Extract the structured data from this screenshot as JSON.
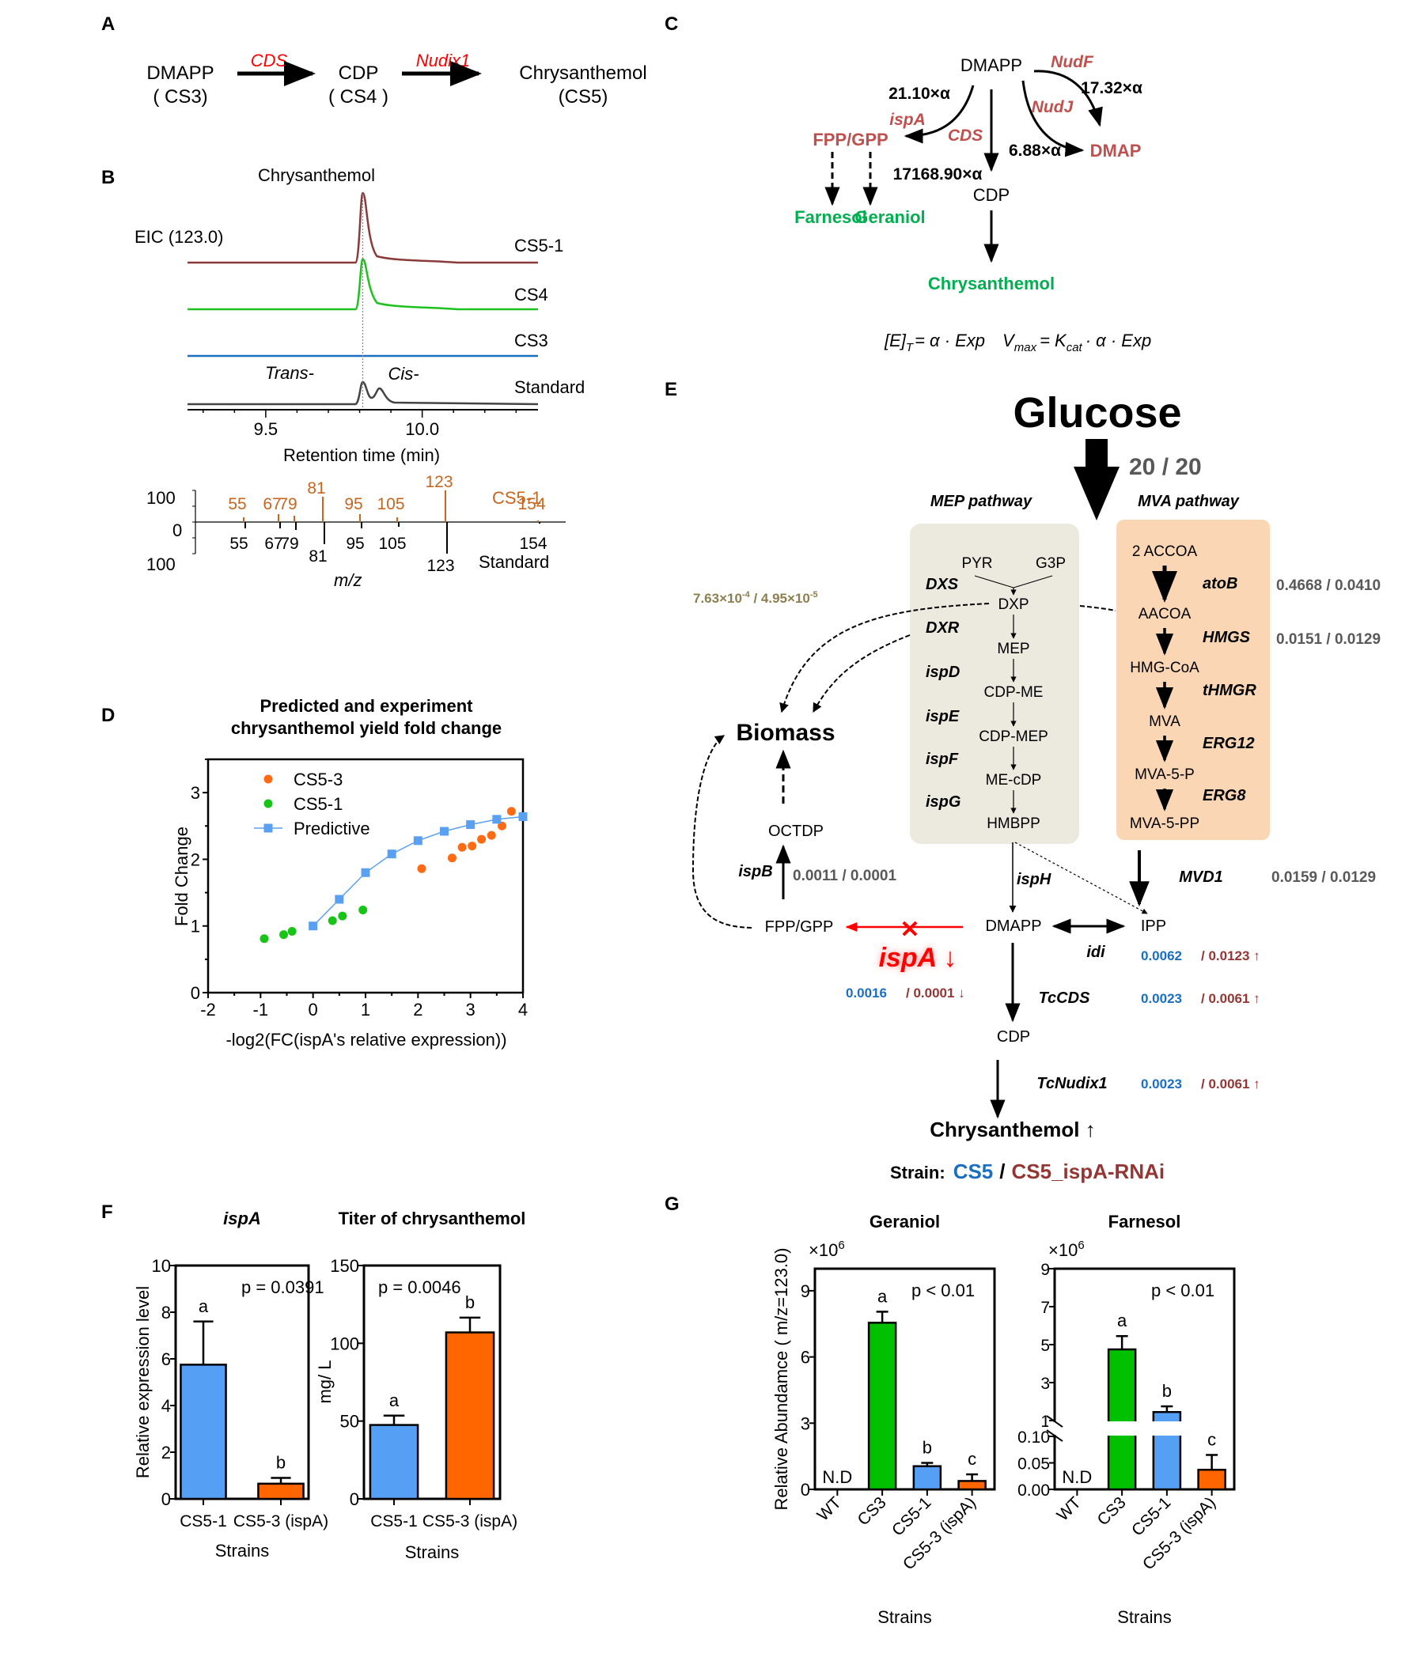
{
  "panels": {
    "A": {
      "label": "A",
      "nodes": [
        {
          "name": "DMAPP",
          "strain": "( CS3)"
        },
        {
          "name": "CDP",
          "strain": "( CS4 )"
        },
        {
          "name": "Chrysanthemol",
          "strain": "(CS5)"
        }
      ],
      "enzymes": [
        "CDS",
        "Nudix1"
      ]
    },
    "B": {
      "label": "B",
      "title": "Chrysanthemol",
      "eic_label": "EIC (123.0)",
      "trans_label": "Trans-",
      "cis_label": "Cis-",
      "traces": [
        {
          "name": "CS5-1",
          "color": "#8b3a3a",
          "peak": 1.0
        },
        {
          "name": "CS4",
          "color": "#1ec21e",
          "peak": 0.72
        },
        {
          "name": "CS3",
          "color": "#1a6fc0",
          "peak": 0
        },
        {
          "name": "Standard",
          "color": "#444444",
          "peak": 0.36
        }
      ],
      "x_ticks": [
        "9.5",
        "10.0"
      ],
      "x_range": [
        9.25,
        10.37
      ],
      "peak_rt": 9.81,
      "xlabel": "Retention time (min)",
      "ms": {
        "y_ticks_top": "100",
        "y_tick_mid": "0",
        "y_ticks_bottom": "100",
        "xlabel": "m/z",
        "top_label": "CS5-1",
        "bottom_label": "Standard",
        "top_color": "#c8661e",
        "top_peaks": [
          {
            "mz": "55",
            "intensity": 0.15
          },
          {
            "mz": "67",
            "intensity": 0.25
          },
          {
            "mz": "79",
            "intensity": 0.2
          },
          {
            "mz": "81",
            "intensity": 0.8
          },
          {
            "mz": "95",
            "intensity": 0.25
          },
          {
            "mz": "105",
            "intensity": 0.15
          },
          {
            "mz": "123",
            "intensity": 1.0
          },
          {
            "mz": "154",
            "intensity": 0.05
          }
        ],
        "bottom_peaks": [
          {
            "mz": "55",
            "intensity": 0.2
          },
          {
            "mz": "67",
            "intensity": 0.2
          },
          {
            "mz": "79",
            "intensity": 0.25
          },
          {
            "mz": "81",
            "intensity": 0.7
          },
          {
            "mz": "95",
            "intensity": 0.2
          },
          {
            "mz": "105",
            "intensity": 0.15
          },
          {
            "mz": "123",
            "intensity": 1.0
          },
          {
            "mz": "154",
            "intensity": 0.05
          }
        ]
      }
    },
    "C": {
      "label": "C",
      "dmapp": "DMAPP",
      "cdp": "CDP",
      "fpp_gpp": "FPP/GPP",
      "dmap": "DMAP",
      "farnesol": "Farnesol",
      "geraniol": "Geraniol",
      "chrysanthemol": "Chrysanthemol",
      "ispA": "ispA",
      "ispA_rate": "21.10×α",
      "cds": "CDS",
      "cds_rate": "17168.90×α",
      "nudF": "NudF",
      "nudF_rate": "17.32×α",
      "nudJ": "NudJ",
      "nudJ_rate": "6.88×α",
      "eq1_lhs": "[E]",
      "eq1_sub": "T",
      "eq1_rhs": "= α · Exp",
      "eq2_lhs": "V",
      "eq2_sub": "max",
      "eq2_mid": "= K",
      "eq2_sub2": "cat",
      "eq2_rhs": "· α · Exp",
      "red_color": "#c0504d",
      "green_color": "#00b050"
    },
    "E": {
      "label": "E",
      "glucose": "Glucose",
      "glucose_ratio": "20 / 20",
      "mep_title": "MEP pathway",
      "mva_title": "MVA pathway",
      "mep_bg": "#ece9df",
      "mva_bg": "#fad6b4",
      "mep_nodes": [
        "PYR",
        "G3P",
        "DXP",
        "MEP",
        "CDP-ME",
        "CDP-MEP",
        "ME-cDP",
        "HMBPP"
      ],
      "mep_enzymes": [
        "DXS",
        "DXR",
        "ispD",
        "ispE",
        "ispF",
        "ispG"
      ],
      "mva_nodes": [
        "2 ACCOA",
        "AACOA",
        "HMG-CoA",
        "MVA",
        "MVA-5-P",
        "MVA-5-PP"
      ],
      "mva_enzymes": [
        {
          "name": "atoB",
          "ratio": "0.4668  / 0.0410"
        },
        {
          "name": "HMGS",
          "ratio": "0.0151 / 0.0129"
        },
        {
          "name": "tHMGR",
          "ratio": ""
        },
        {
          "name": "ERG12",
          "ratio": ""
        },
        {
          "name": "ERG8",
          "ratio": ""
        }
      ],
      "dxs_ratio": "7.63×10",
      "dxs_exp1": "-4",
      "dxs_mid": " / 4.95×10",
      "dxs_exp2": "-5",
      "biomass": "Biomass",
      "octdp": "OCTDP",
      "ispB": "ispB",
      "ispB_ratio": "0.0011  / 0.0001",
      "fpp_gpp": "FPP/GPP",
      "dmapp": "DMAPP",
      "ipp": "IPP",
      "ispH": "ispH",
      "mvd1": "MVD1",
      "mvd1_ratio": "0.0159 / 0.0129",
      "ispA": "ispA ↓",
      "ispA_cs5": "0.0016",
      "ispA_rnai": "/ 0.0001 ↓",
      "idi": "idi",
      "idi_cs5": "0.0062",
      "idi_rnai": "/ 0.0123 ↑",
      "tccds": "TcCDS",
      "tccds_cs5": "0.0023",
      "tccds_rnai": "/ 0.0061 ↑",
      "cdp": "CDP",
      "tcnudix": "TcNudix1",
      "tcnudix_cs5": "0.0023",
      "tcnudix_rnai": "/ 0.0061 ↑",
      "product": "Chrysanthemol ↑",
      "strain_label": "Strain:",
      "strain_cs5": "CS5",
      "strain_sep": "/",
      "strain_rnai": "CS5_ispA-RNAi",
      "blue": "#1a6fc0",
      "darkred": "#943634",
      "gray": "#595959",
      "olive": "#8c7f4f"
    },
    "F": {
      "label": "F"
    },
    "G": {
      "label": "G"
    }
  },
  "chart_data": [
    {
      "id": "B-chromatogram",
      "type": "line",
      "title": "Chrysanthemol",
      "xlabel": "Retention time (min)",
      "ylabel": "EIC (123.0)",
      "x_ticks": [
        9.5,
        10.0
      ],
      "xlim": [
        9.25,
        10.37
      ],
      "series": [
        {
          "name": "CS5-1",
          "peak_rt": 9.81,
          "relative_peak": 1.0
        },
        {
          "name": "CS4",
          "peak_rt": 9.81,
          "relative_peak": 0.72
        },
        {
          "name": "CS3",
          "peak_rt": null,
          "relative_peak": 0
        },
        {
          "name": "Standard",
          "peaks": [
            {
              "rt": 9.81,
              "label": "Trans-",
              "relative": 0.36
            },
            {
              "rt": 9.87,
              "label": "Cis-",
              "relative": 0.2
            }
          ]
        }
      ]
    },
    {
      "id": "D",
      "type": "scatter",
      "title": "Predicted and experiment\nchrysanthemol yield fold change",
      "xlabel": "-log2(FC(ispA's relative expression))",
      "ylabel": "Fold Change",
      "xlim": [
        -2,
        4
      ],
      "ylim": [
        0,
        3.5
      ],
      "x_ticks": [
        "-2",
        "-1",
        "0",
        "1",
        "2",
        "3",
        "4"
      ],
      "y_ticks": [
        "0",
        "1",
        "2",
        "3"
      ],
      "legend": "top-left",
      "series": [
        {
          "name": "CS5-3",
          "color": "#ff6a13",
          "marker": "circle",
          "points": [
            [
              2.07,
              1.86
            ],
            [
              2.65,
              2.02
            ],
            [
              2.84,
              2.18
            ],
            [
              3.03,
              2.2
            ],
            [
              3.21,
              2.3
            ],
            [
              3.4,
              2.36
            ],
            [
              3.6,
              2.5
            ],
            [
              3.78,
              2.72
            ]
          ]
        },
        {
          "name": "CS5-1",
          "color": "#17c417",
          "marker": "circle",
          "points": [
            [
              -0.93,
              0.81
            ],
            [
              -0.56,
              0.87
            ],
            [
              -0.4,
              0.92
            ],
            [
              0.37,
              1.08
            ],
            [
              0.56,
              1.15
            ],
            [
              0.95,
              1.24
            ]
          ]
        },
        {
          "name": "Predictive",
          "color": "#5aa0f0",
          "marker": "square",
          "line": true,
          "points": [
            [
              0,
              1.0
            ],
            [
              0.5,
              1.4
            ],
            [
              1,
              1.8
            ],
            [
              1.5,
              2.08
            ],
            [
              2,
              2.28
            ],
            [
              2.5,
              2.42
            ],
            [
              3,
              2.52
            ],
            [
              3.5,
              2.6
            ],
            [
              4,
              2.64
            ]
          ]
        }
      ]
    },
    {
      "id": "F-ispA",
      "type": "bar",
      "title": "ispA",
      "ylabel": "Relative expression level",
      "xlabel": "Strains",
      "categories": [
        "CS5-1",
        "CS5-3 (ispA)"
      ],
      "values": [
        5.75,
        0.65
      ],
      "errors": [
        1.85,
        0.25
      ],
      "letters": [
        "a",
        "b"
      ],
      "colors": [
        "#559ff5",
        "#ff6600"
      ],
      "ylim": [
        0,
        10
      ],
      "y_ticks": [
        "0",
        "2",
        "4",
        "6",
        "8",
        "10"
      ],
      "annotation": "p =  0.0391"
    },
    {
      "id": "F-titer",
      "type": "bar",
      "title": "Titer of chrysanthemol",
      "ylabel": "mg/ L",
      "xlabel": "Strains",
      "categories": [
        "CS5-1",
        "CS5-3 (ispA)"
      ],
      "values": [
        47.5,
        107
      ],
      "errors": [
        6,
        9.5
      ],
      "letters": [
        "a",
        "b"
      ],
      "colors": [
        "#559ff5",
        "#ff6600"
      ],
      "ylim": [
        0,
        150
      ],
      "y_ticks": [
        "0",
        "50",
        "100",
        "150"
      ],
      "annotation": "p = 0.0046"
    },
    {
      "id": "G-geraniol",
      "type": "bar",
      "title": "Geraniol",
      "ylabel": "Relative Abundamce ( m/z=123.0)",
      "xlabel": "Strains",
      "scale_label": "×10",
      "scale_exp": "6",
      "categories": [
        "WT",
        "CS3",
        "CS5-1",
        "CS5-3 (ispA)"
      ],
      "values": [
        0,
        7.55,
        1.05,
        0.38
      ],
      "errors": [
        0,
        0.5,
        0.15,
        0.3
      ],
      "letters": [
        "N.D",
        "a",
        "b",
        "c"
      ],
      "colors": [
        "#ffffff",
        "#00c000",
        "#559ff5",
        "#ff6600"
      ],
      "ylim": [
        0,
        10
      ],
      "y_ticks": [
        "0",
        "3",
        "6",
        "9"
      ],
      "annotation": "p < 0.01"
    },
    {
      "id": "G-farnesol",
      "type": "bar",
      "title": "Farnesol",
      "ylabel": "",
      "xlabel": "Strains",
      "scale_label": "×10",
      "scale_exp": "6",
      "categories": [
        "WT",
        "CS3",
        "CS5-1",
        "CS5-3 (ispA)"
      ],
      "values": [
        0,
        4.75,
        1.45,
        0.037
      ],
      "errors": [
        0,
        0.7,
        0.3,
        0.028
      ],
      "letters": [
        "N.D",
        "a",
        "b",
        "c"
      ],
      "colors": [
        "#ffffff",
        "#00c000",
        "#559ff5",
        "#ff6600"
      ],
      "broken_axis": {
        "lower": [
          0,
          0.1
        ],
        "upper": [
          1,
          9
        ]
      },
      "y_ticks_lower": [
        "0.00",
        "0.05",
        "0.10"
      ],
      "y_ticks_upper": [
        "1",
        "3",
        "5",
        "7",
        "9"
      ],
      "annotation": "p < 0.01"
    }
  ]
}
